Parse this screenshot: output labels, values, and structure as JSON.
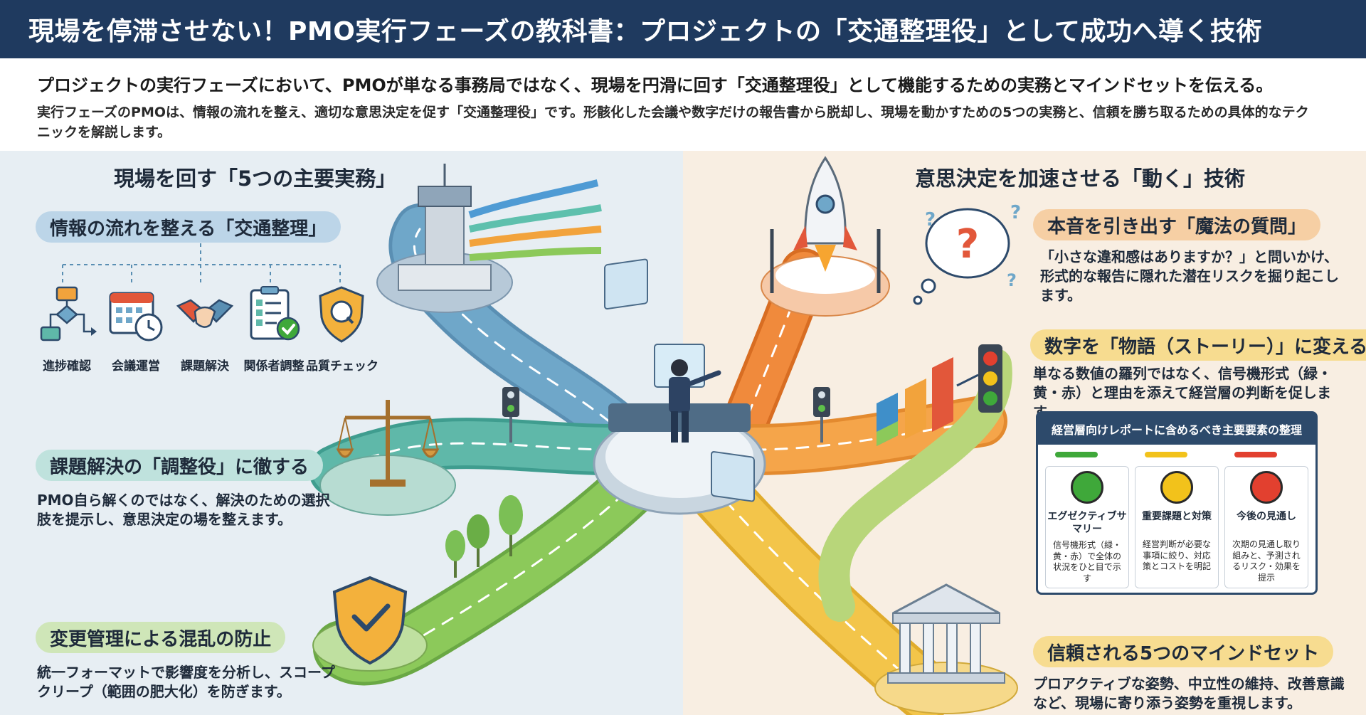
{
  "header": {
    "title": "現場を停滞させない！PMO実行フェーズの教科書：プロジェクトの「交通整理役」として成功へ導く技術"
  },
  "intro": {
    "lead": "プロジェクトの実行フェーズにおいて、PMOが単なる事務局ではなく、現場を円滑に回す「交通整理役」として機能するための実務とマインドセットを伝える。",
    "description": "実行フェーズのPMOは、情報の流れを整え、適切な意思決定を促す「交通整理役」です。形骸化した会議や数字だけの報告書から脱却し、現場を動かすための5つの実務と、信頼を勝ち取るための具体的なテクニックを解説します。"
  },
  "left": {
    "heading": "現場を回す「5つの主要実務」",
    "traffic": {
      "title": "情報の流れを整える「交通整理」",
      "tasks": [
        {
          "label": "進捗確認",
          "icon": "flowchart-icon"
        },
        {
          "label": "会議運営",
          "icon": "calendar-clock-icon"
        },
        {
          "label": "課題解決",
          "icon": "handshake-icon"
        },
        {
          "label": "関係者調整",
          "icon": "checklist-icon"
        },
        {
          "label": "品質チェック",
          "icon": "quality-badge-icon"
        }
      ]
    },
    "issue": {
      "title": "課題解決の「調整役」に徹する",
      "text": "PMO自ら解くのではなく、解決のための選択肢を提示し、意思決定の場を整えます。"
    },
    "change": {
      "title": "変更管理による混乱の防止",
      "text": "統一フォーマットで影響度を分析し、スコープクリープ（範囲の肥大化）を防ぎます。"
    }
  },
  "right": {
    "heading": "意思決定を加速させる「動く」技術",
    "magic": {
      "title": "本音を引き出す「魔法の質問」",
      "text": "「小さな違和感はありますか？」と問いかけ、形式的な報告に隠れた潜在リスクを掘り起こします。"
    },
    "story": {
      "title": "数字を「物語（ストーリー）」に変える報告",
      "text": "単なる数値の羅列ではなく、信号機形式（緑・黄・赤）と理由を添えて経営層の判断を促します。"
    },
    "report": {
      "title": "経営層向けレポートに含めるべき主要要素の整理",
      "items": [
        {
          "name": "エグゼクティブサマリー",
          "desc": "信号機形式（緑・黄・赤）で全体の状況をひと目で示す",
          "color": "#3fa83a"
        },
        {
          "name": "重要課題と対策",
          "desc": "経営判断が必要な事項に絞り、対応策とコストを明記",
          "color": "#f2c21b"
        },
        {
          "name": "今後の見通し",
          "desc": "次期の見通し取り組みと、予測されるリスク・効果を提示",
          "color": "#e2402f"
        }
      ]
    },
    "mindset": {
      "title": "信頼される5つのマインドセット",
      "text": "プロアクティブな姿勢、中立性の維持、改善意識など、現場に寄り添う姿勢を重視します。"
    }
  },
  "colors": {
    "title_bar": "#1f3a5f",
    "left_panel": "#e7eef3",
    "right_panel": "#f8eee2",
    "road_blue": "#6fa7c9",
    "road_teal": "#5fb8a9",
    "road_green": "#8cc95a",
    "road_orange": "#f08a3c",
    "road_yellow": "#f3c54a"
  }
}
